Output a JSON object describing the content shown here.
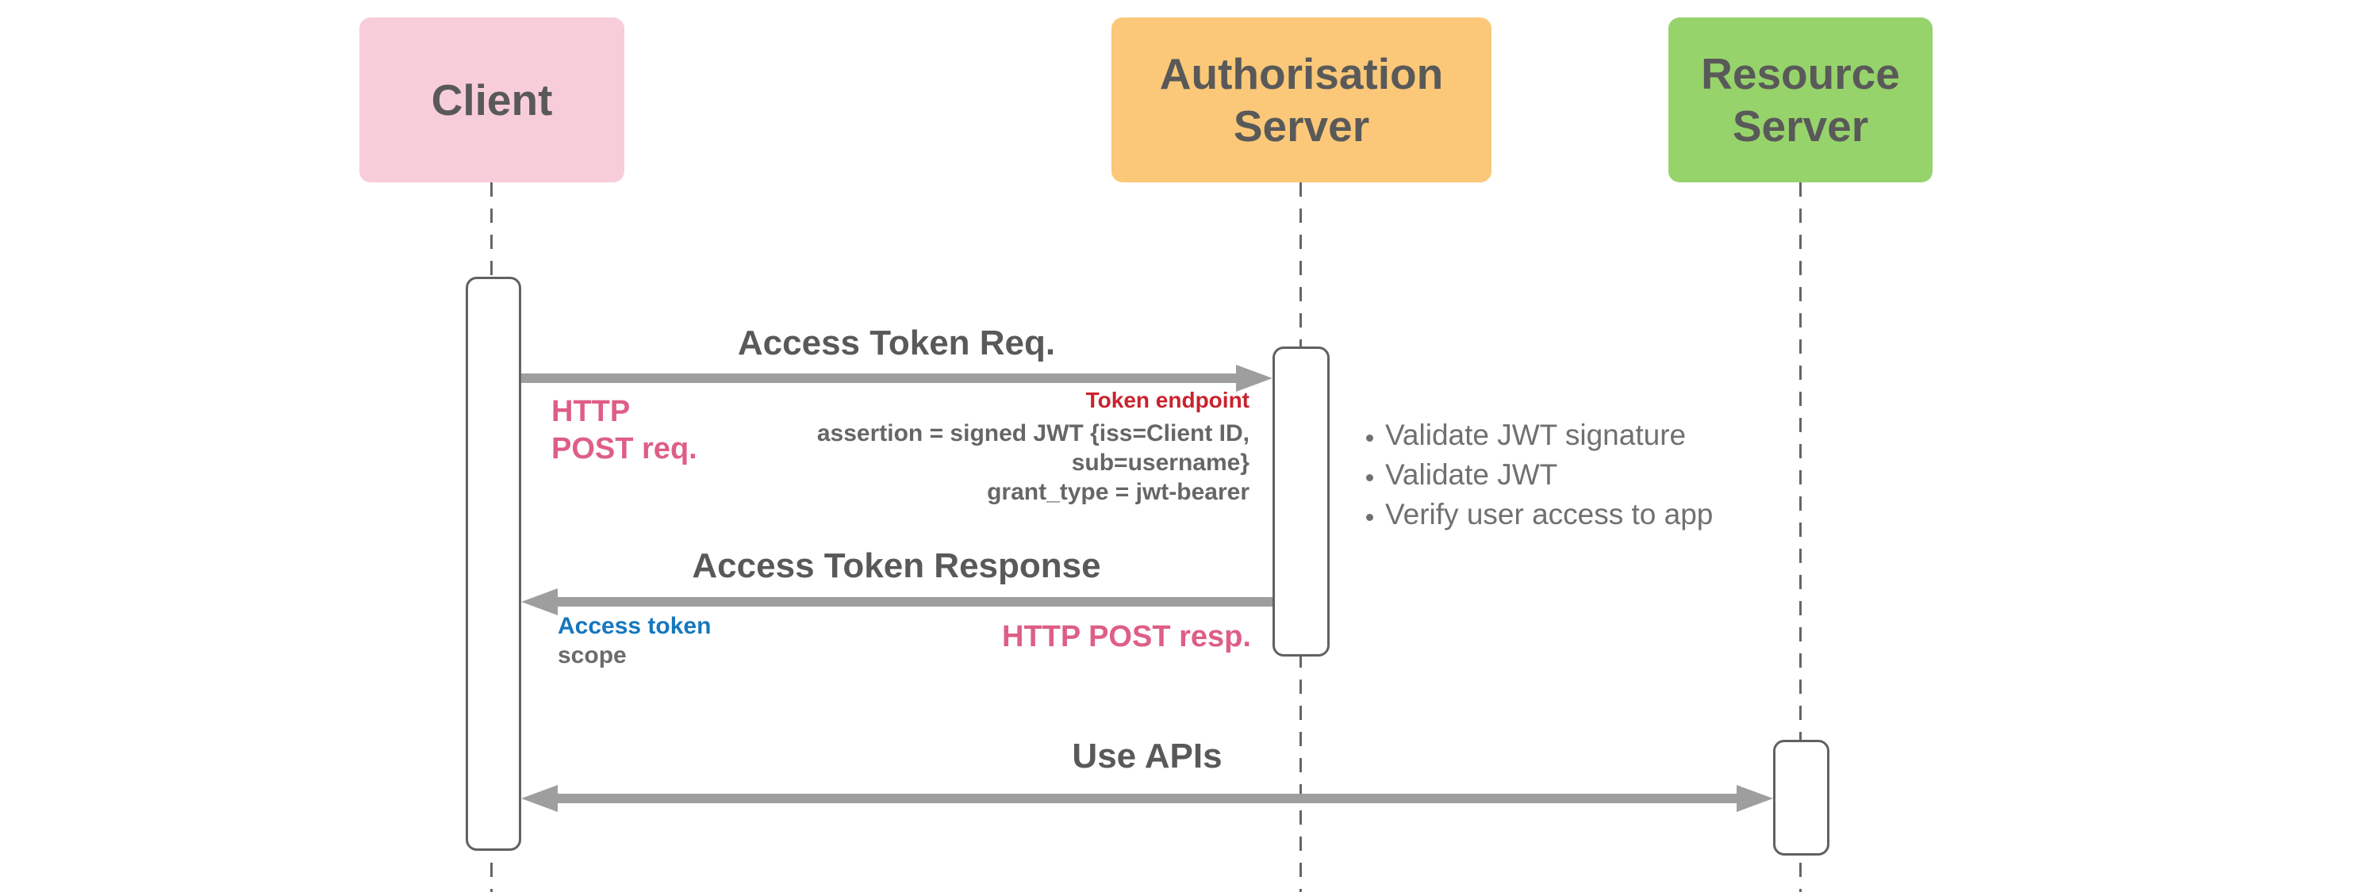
{
  "colors": {
    "client_box": "#F8CDDA",
    "auth_box": "#FAC878",
    "resource_box": "#97D36B",
    "title_text": "#595959",
    "note_text": "#666666",
    "list_text": "#707070",
    "pink_text": "#DE5E86",
    "red_text": "#C9232E",
    "blue_text": "#1577BE",
    "arrow": "#9E9E9E",
    "lifeline": "#666666",
    "bar_border": "#616161"
  },
  "participants": [
    {
      "label": "Client"
    },
    {
      "label": "Authorisation\nServer"
    },
    {
      "label": "Resource\nServer"
    }
  ],
  "messages": {
    "access_token_req": {
      "title": "Access Token Req.",
      "client_note": "HTTP\nPOST req.",
      "endpoint_label": "Token endpoint",
      "params": "assertion =  signed JWT {iss=Client ID,\nsub=username}\ngrant_type = jwt-bearer"
    },
    "auth_server_tasks": {
      "items": [
        "Validate JWT signature",
        "Validate JWT",
        "Verify user access to app"
      ]
    },
    "access_token_resp": {
      "title": "Access Token Response",
      "token_label": "Access token",
      "scope_label": "scope",
      "server_note": "HTTP POST resp."
    },
    "use_apis": {
      "title": "Use APIs"
    }
  }
}
